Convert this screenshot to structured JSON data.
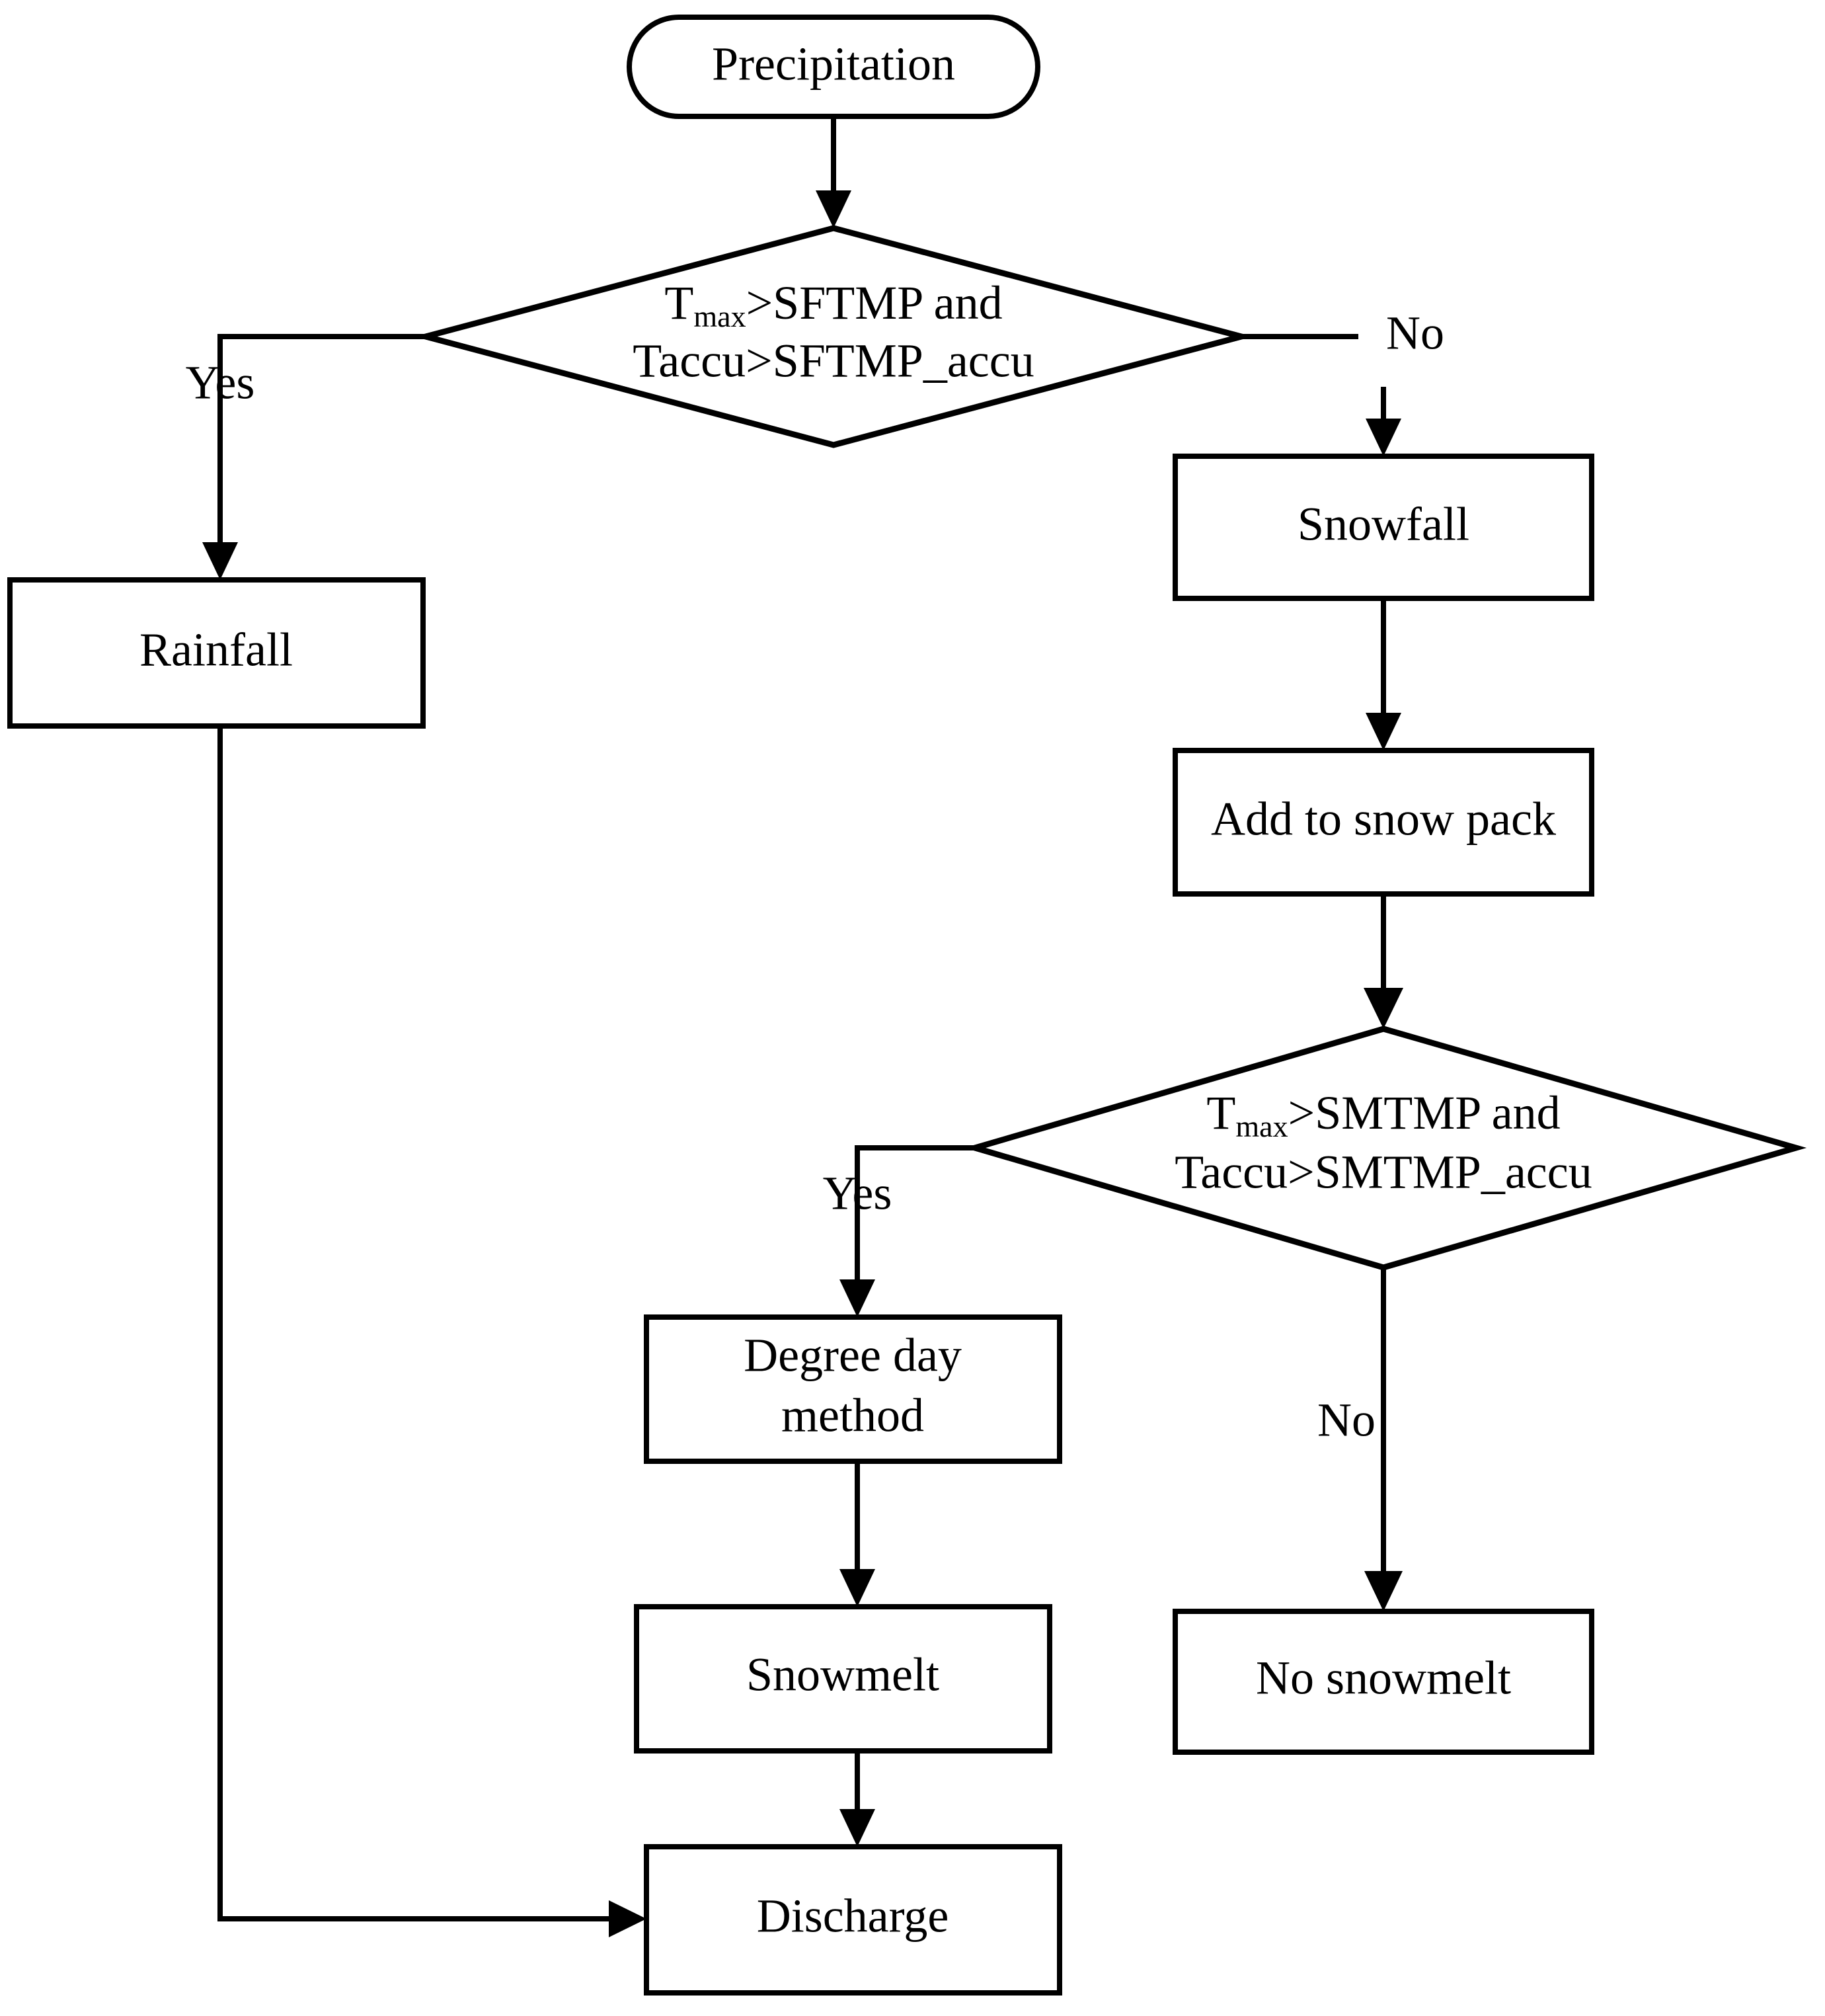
{
  "diagram": {
    "title": "Precipitation snow routine flowchart",
    "type": "flowchart",
    "line_color": "#000000",
    "fill_color": "#ffffff",
    "background": "#ffffff"
  },
  "nodes": {
    "start": {
      "label": "Precipitation",
      "shape": "rounded-terminator"
    },
    "decision1": {
      "line1_main": "T",
      "line1_sub": "max",
      "line1_rest": ">SFTMP and",
      "line2": "Taccu>SFTMP_accu",
      "shape": "diamond"
    },
    "rainfall": {
      "label": "Rainfall",
      "shape": "rectangle"
    },
    "snowfall": {
      "label": "Snowfall",
      "shape": "rectangle"
    },
    "snowpack": {
      "label": "Add to snow pack",
      "shape": "rectangle"
    },
    "decision2": {
      "line1_main": "T",
      "line1_sub": "max",
      "line1_rest": ">SMTMP and",
      "line2": "Taccu>SMTMP_accu",
      "shape": "diamond"
    },
    "degreeday": {
      "label_line1": "Degree day",
      "label_line2": "method",
      "shape": "rectangle"
    },
    "snowmelt": {
      "label": "Snowmelt",
      "shape": "rectangle"
    },
    "nosnowmelt": {
      "label": "No snowmelt",
      "shape": "rectangle"
    },
    "discharge": {
      "label": "Discharge",
      "shape": "rectangle"
    }
  },
  "edge_labels": {
    "d1_yes": "Yes",
    "d1_no": "No",
    "d2_yes": "Yes",
    "d2_no": "No"
  }
}
